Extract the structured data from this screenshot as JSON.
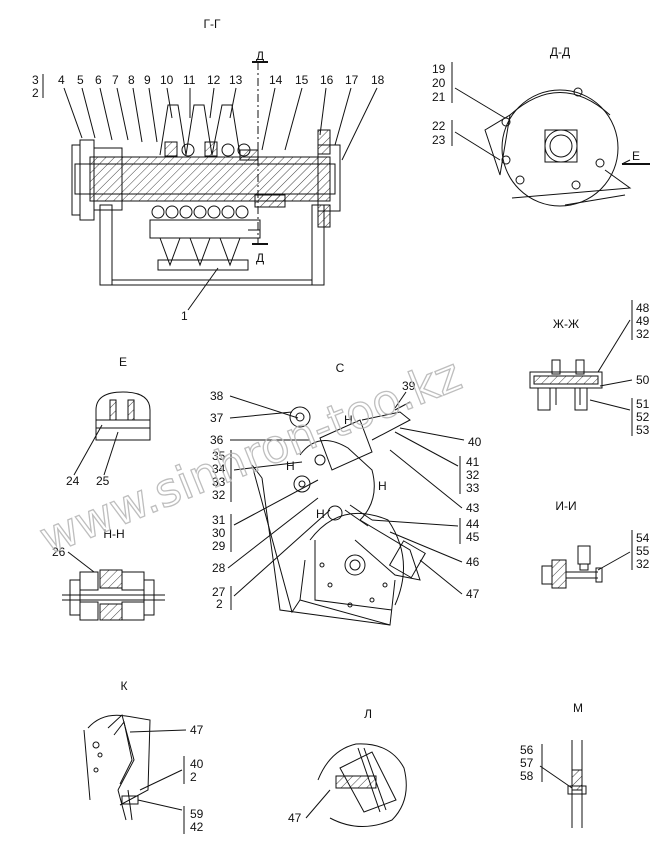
{
  "sections": {
    "g_g": {
      "title": "Г-Г",
      "cut_marks": [
        "Д",
        "Д"
      ],
      "callouts_top": [
        "3",
        "4",
        "5",
        "6",
        "7",
        "8",
        "9",
        "10",
        "11",
        "12",
        "13",
        "14",
        "15",
        "16",
        "17",
        "18"
      ],
      "callout_2": "2",
      "callout_bottom": "1"
    },
    "d_d": {
      "title": "Д-Д",
      "group_a": [
        "19",
        "20",
        "21"
      ],
      "group_b": [
        "22",
        "23"
      ],
      "arrow_label": "Е"
    },
    "e": {
      "title": "Е",
      "callouts": [
        "24",
        "25"
      ]
    },
    "c": {
      "title": "С",
      "callouts_left": [
        "38",
        "37",
        "36",
        "35",
        "34",
        "33",
        "32"
      ],
      "group_left_1": [
        "31",
        "30",
        "29"
      ],
      "callout_28": "28",
      "group_left_2": [
        "27",
        "2"
      ],
      "callout_39": "39",
      "callout_40": "40",
      "group_right_1": [
        "41",
        "32",
        "33"
      ],
      "callout_43": "43",
      "group_right_2": [
        "44",
        "45"
      ],
      "callout_46": "46",
      "callout_47": "47",
      "h_marks": [
        "Н",
        "Н",
        "Н",
        "Н"
      ]
    },
    "h_h": {
      "title": "Н-Н",
      "callout": "26"
    },
    "zh_zh": {
      "title": "Ж-Ж",
      "group_top": [
        "48",
        "49",
        "32"
      ],
      "callout_50": "50",
      "group_bottom": [
        "51",
        "52",
        "53"
      ]
    },
    "i_i": {
      "title": "И-И",
      "group": [
        "54",
        "55",
        "32"
      ]
    },
    "k": {
      "title": "К",
      "callout_47": "47",
      "group_a": [
        "40",
        "2"
      ],
      "group_b": [
        "59",
        "42"
      ]
    },
    "l": {
      "title": "Л",
      "callout": "47"
    },
    "m": {
      "title": "М",
      "group": [
        "56",
        "57",
        "58"
      ]
    }
  },
  "watermark": "www.sinhron-too.kz",
  "colors": {
    "ink": "#111111",
    "watermark": "#b7b7b7",
    "paper": "#ffffff"
  }
}
